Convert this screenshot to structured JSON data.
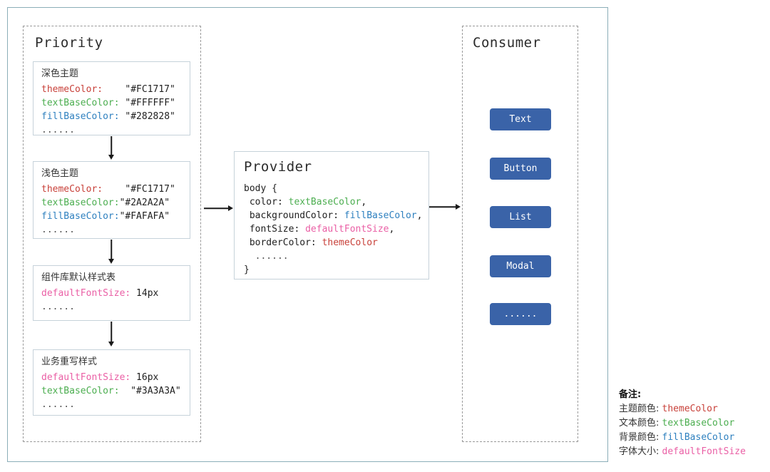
{
  "colors": {
    "theme": "#C8413A",
    "text": "#4CAE50",
    "fill": "#2E80BF",
    "size": "#EA5FA5",
    "button_bg": "#3A63A8",
    "button_text": "#FFFFFF",
    "outer_border": "#8BAEB8",
    "dashed_border": "#999999",
    "box_border": "#C6D2DA",
    "arrow": "#1A1A1A"
  },
  "priority": {
    "title": "Priority",
    "boxes": [
      {
        "title": "深色主题",
        "lines": [
          {
            "label": "themeColor:",
            "value": "    \"#FC1717\"",
            "color": "theme"
          },
          {
            "label": "textBaseColor:",
            "value": " \"#FFFFFF\"",
            "color": "text"
          },
          {
            "label": "fillBaseColor:",
            "value": " \"#282828\"",
            "color": "fill"
          }
        ],
        "ellipsis": "......"
      },
      {
        "title": "浅色主题",
        "lines": [
          {
            "label": "themeColor:",
            "value": "    \"#FC1717\"",
            "color": "theme"
          },
          {
            "label": "textBaseColor:",
            "value": "\"#2A2A2A\"",
            "color": "text"
          },
          {
            "label": "fillBaseColor:",
            "value": "\"#FAFAFA\"",
            "color": "fill"
          }
        ],
        "ellipsis": "......"
      },
      {
        "title": "组件库默认样式表",
        "lines": [
          {
            "label": "defaultFontSize:",
            "value": " 14px",
            "color": "size"
          }
        ],
        "ellipsis": "......"
      },
      {
        "title": "业务重写样式",
        "lines": [
          {
            "label": "defaultFontSize:",
            "value": " 16px",
            "color": "size"
          },
          {
            "label": "textBaseColor:",
            "value": "  \"#3A3A3A\"",
            "color": "text"
          }
        ],
        "ellipsis": "......"
      }
    ]
  },
  "provider": {
    "title": "Provider",
    "code": [
      {
        "prefix": "body {",
        "token": "",
        "suffix": ""
      },
      {
        "prefix": " color: ",
        "token": "textBaseColor",
        "color": "text",
        "suffix": ","
      },
      {
        "prefix": " backgroundColor: ",
        "token": "fillBaseColor",
        "color": "fill",
        "suffix": ","
      },
      {
        "prefix": " fontSize: ",
        "token": "defaultFontSize",
        "color": "size",
        "suffix": ","
      },
      {
        "prefix": " borderColor: ",
        "token": "themeColor",
        "color": "theme",
        "suffix": ""
      },
      {
        "prefix": "  ......",
        "token": "",
        "suffix": ""
      },
      {
        "prefix": "}",
        "token": "",
        "suffix": ""
      }
    ]
  },
  "consumer": {
    "title": "Consumer",
    "buttons": [
      "Text",
      "Button",
      "List",
      "Modal",
      "......"
    ]
  },
  "notes": {
    "title": "备注:",
    "items": [
      {
        "label": "主题颜色:",
        "token": "themeColor",
        "color": "theme"
      },
      {
        "label": "文本颜色:",
        "token": "textBaseColor",
        "color": "text"
      },
      {
        "label": "背景颜色:",
        "token": "fillBaseColor",
        "color": "fill"
      },
      {
        "label": "字体大小:",
        "token": "defaultFontSize",
        "color": "size"
      }
    ]
  }
}
